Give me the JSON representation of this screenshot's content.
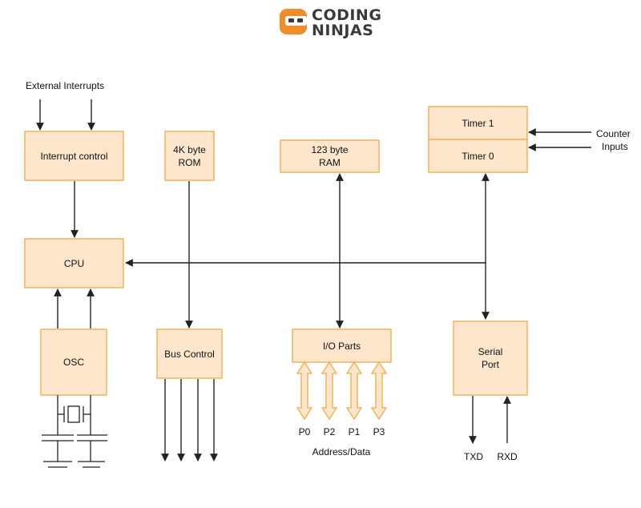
{
  "logo": {
    "line1": "CODING",
    "line2": "NINJAS",
    "accent_color": "#f28c28"
  },
  "colors": {
    "box_fill": "#fde6cc",
    "box_stroke": "#f0b45a"
  },
  "labels": {
    "external_interrupts": "External Interrupts",
    "counter": "Counter",
    "inputs": "Inputs",
    "address_data": "Address/Data",
    "txd": "TXD",
    "rxd": "RXD"
  },
  "blocks": {
    "interrupt_control": "Interrupt control",
    "rom_line1": "4K byte",
    "rom_line2": "ROM",
    "ram_line1": "123 byte",
    "ram_line2": "RAM",
    "timer1": "Timer 1",
    "timer0": "Timer 0",
    "cpu": "CPU",
    "osc": "OSC",
    "bus_control": "Bus Control",
    "io_ports": "I/O Parts",
    "serial_line1": "Serial",
    "serial_line2": "Port"
  },
  "ports": [
    "P0",
    "P2",
    "P1",
    "P3"
  ]
}
